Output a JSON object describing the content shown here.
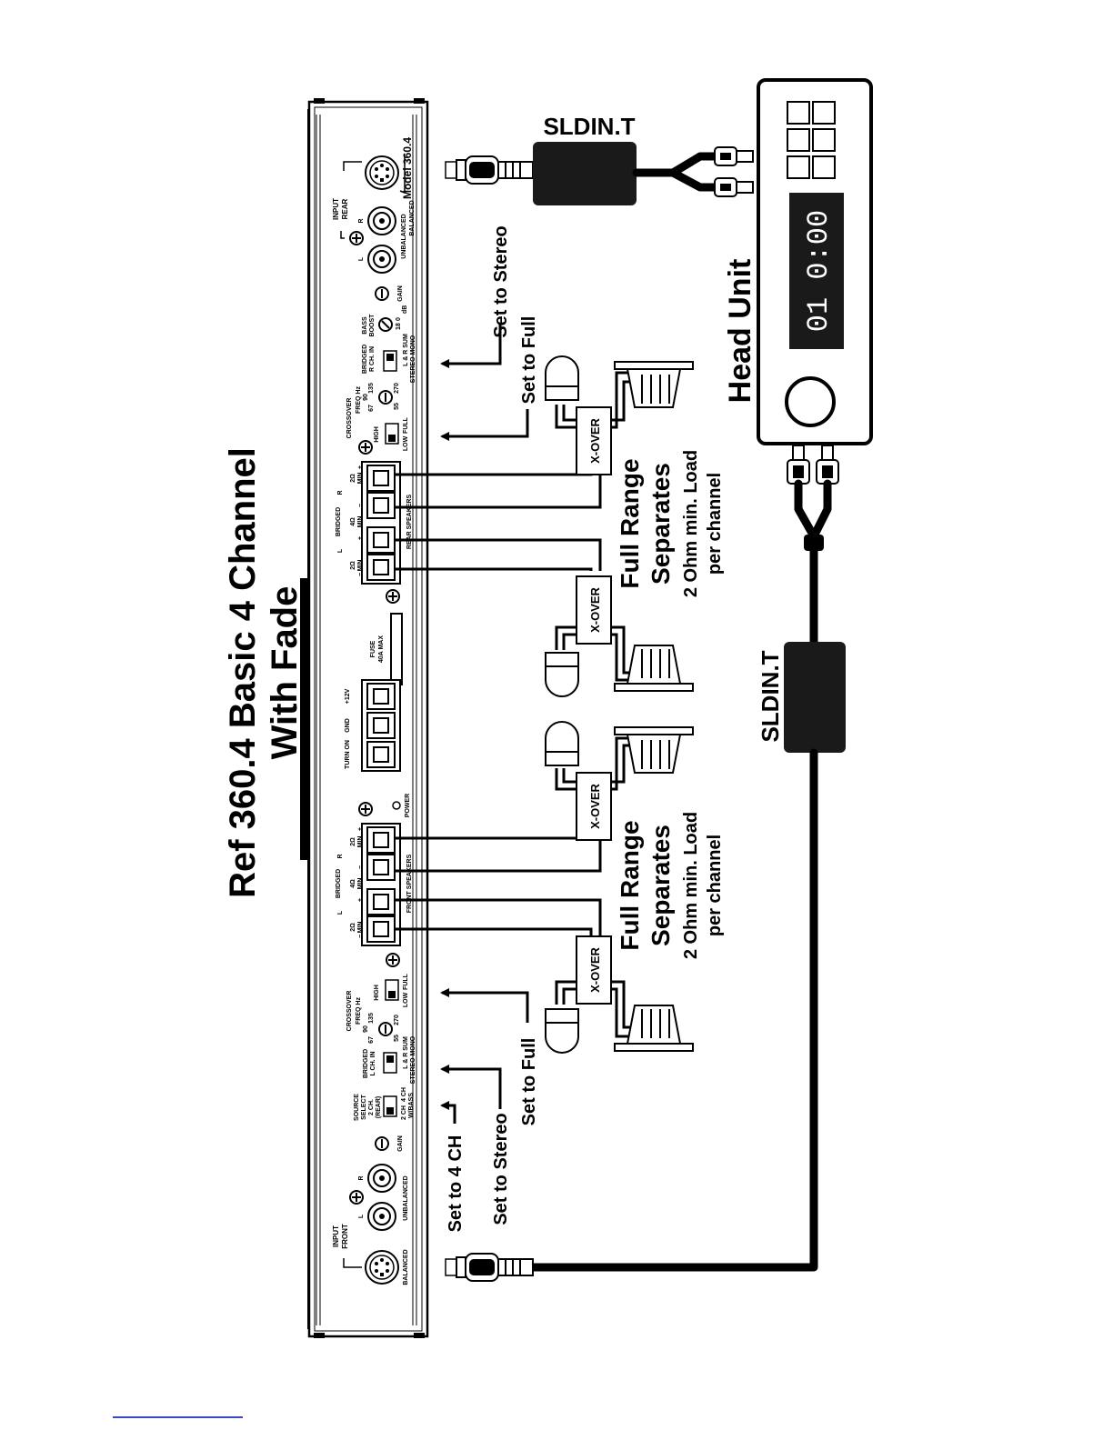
{
  "title": {
    "line1": "Ref 360.4 Basic 4 Channel",
    "line2": "With Fade"
  },
  "amplifier": {
    "model": "Model 360.4",
    "input_front": {
      "label": "INPUT",
      "sub": "FRONT",
      "balanced": "BALANCED",
      "unbalanced": "UNBALANCED",
      "l": "L",
      "r": "R",
      "gain": "GAIN"
    },
    "input_rear": {
      "label": "INPUT",
      "sub": "REAR",
      "balanced": "BALANCED",
      "unbalanced": "UNBALANCED",
      "l": "L",
      "r": "R",
      "gain": "GAIN"
    },
    "source_select": {
      "label1": "SOURCE",
      "label2": "SELECT",
      "label3": "2 CH.",
      "label4": "(REAR)",
      "opt1": "2 CH",
      "opt2": "4 CH",
      "opt3": "W/BASS"
    },
    "bridged_l": {
      "label1": "BRIDGED",
      "label2": "L CH. IN",
      "opt1": "L & R SUM",
      "opt2": "STEREO MONO"
    },
    "bridged_r": {
      "label1": "BRIDGED",
      "label2": "R CH. IN",
      "opt1": "L & R SUM",
      "opt2": "STEREO MONO"
    },
    "crossover": {
      "label1": "CROSSOVER",
      "label2": "FREQ Hz",
      "f67": "67",
      "f90": "90",
      "f135": "135",
      "f55": "55",
      "f270": "270",
      "high": "HIGH",
      "low": "LOW",
      "full": "FULL"
    },
    "bass_boost": {
      "label1": "BASS",
      "label2": "BOOST",
      "zero": "0",
      "db": "dB",
      "eighteen": "18"
    },
    "speakers_front": "FRONT SPEAKERS",
    "speakers_rear": "REAR SPEAKERS",
    "bridged": "BRIDGED",
    "ohm2": "2Ω",
    "ohm4": "4Ω",
    "min": "MIN",
    "plus": "+",
    "minus": "−",
    "ch_l": "L",
    "ch_r": "R",
    "power": "POWER",
    "turn_on": "TURN ON",
    "gnd": "GND",
    "plus12v": "+12V",
    "fuse": "FUSE",
    "fuse_rating": "40A MAX"
  },
  "annotations": {
    "set_to_stereo_top": "Set to Stereo",
    "set_to_full_top": "Set to Full",
    "set_to_full_bottom": "Set to Full",
    "set_to_stereo_bottom": "Set to Stereo",
    "set_to_4ch": "Set to 4 CH"
  },
  "components": {
    "sldin_top": "SLDIN.T",
    "sldin_bottom": "SLDIN.T",
    "head_unit": "Head Unit",
    "display": "01 0:00",
    "xover": "X-OVER"
  },
  "speaker_groups": {
    "top": {
      "line1": "Full Range",
      "line2": "Separates",
      "line3": "2 Ohm min. Load",
      "line4": "per channel"
    },
    "bottom": {
      "line1": "Full Range",
      "line2": "Separates",
      "line3": "2 Ohm min. Load",
      "line4": "per channel"
    }
  }
}
